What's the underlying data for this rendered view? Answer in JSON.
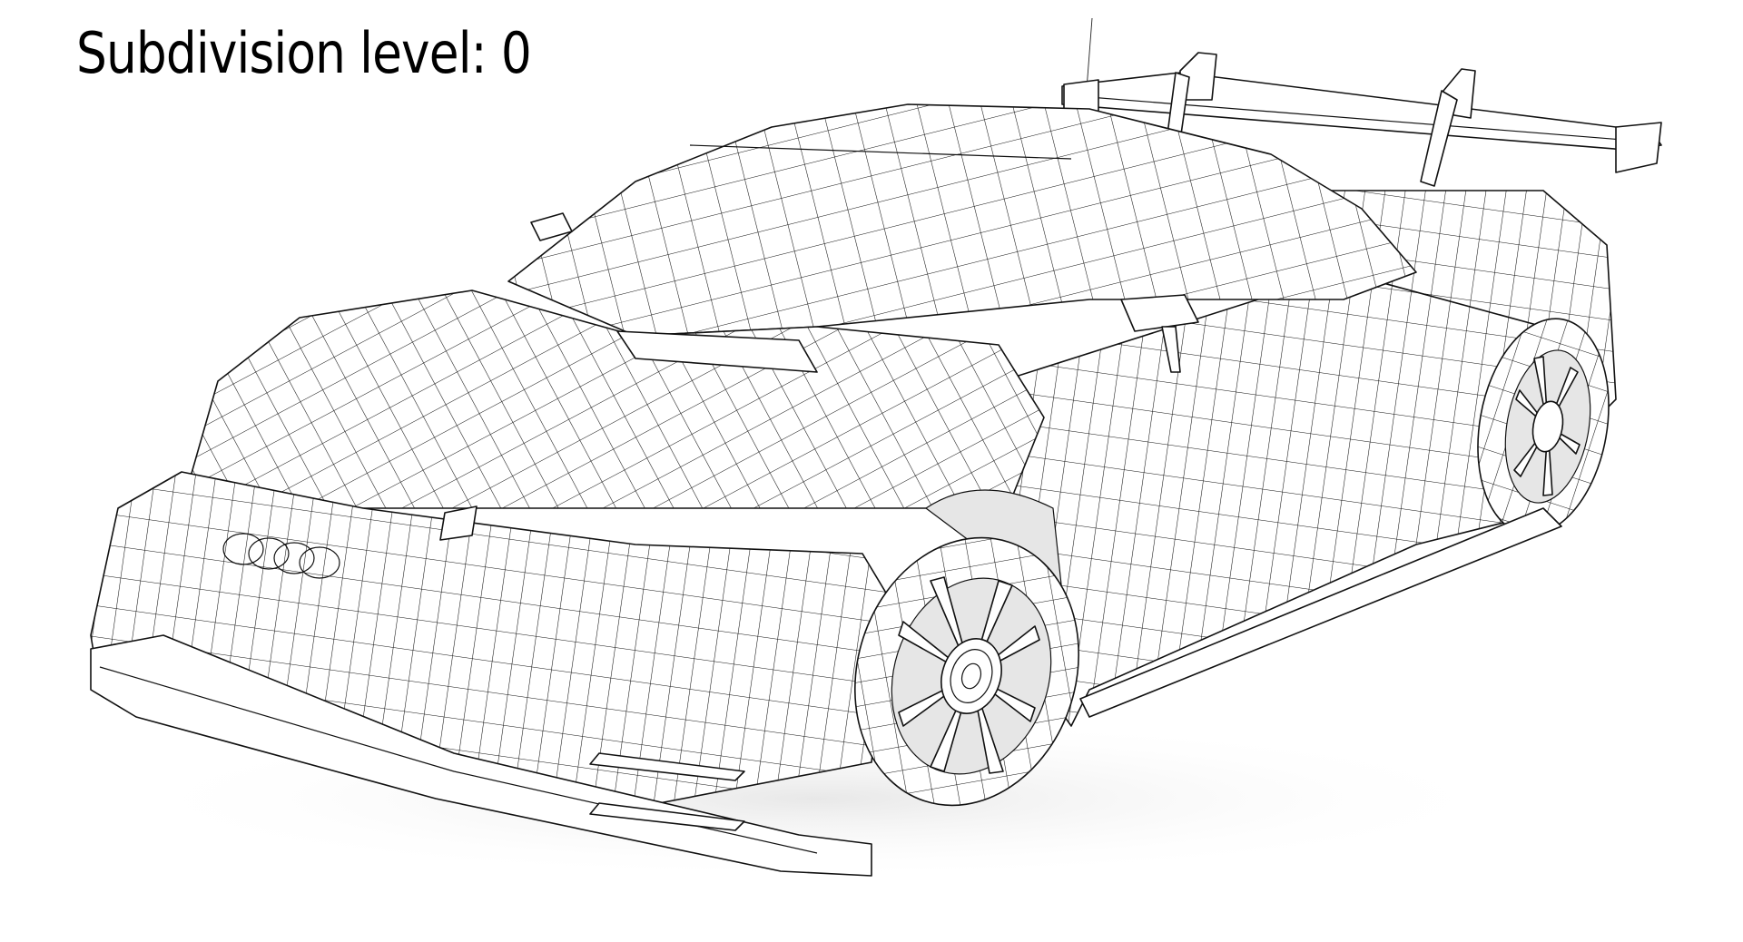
{
  "caption": {
    "label": "Subdivision level: 0"
  },
  "render": {
    "subject": "wireframe race car (Audi R8 LMS style) in three-quarter front view",
    "style": "black edge lines on white faces",
    "background_color": "#ffffff",
    "line_color": "#111111"
  }
}
